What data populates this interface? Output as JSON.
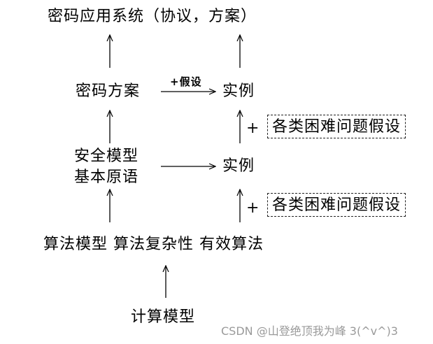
{
  "nodes": {
    "top_title": "密码应用系统（协议，方案）",
    "scheme": "密码方案",
    "instance_1": "实例",
    "security_model_line1": "安全模型",
    "security_model_line2": "基本原语",
    "instance_2": "实例",
    "algorithms_line": "算法模型 算法复杂性 有效算法",
    "computation_model": "计算模型"
  },
  "edge_labels": {
    "assumption_plus": "+假设",
    "plus_1": "+",
    "plus_2": "+"
  },
  "assumption_boxes": {
    "box_1": "各类困难问题假设",
    "box_2": "各类困难问题假设"
  },
  "watermark": "CSDN @山登绝顶我为峰 3(^v^)3"
}
